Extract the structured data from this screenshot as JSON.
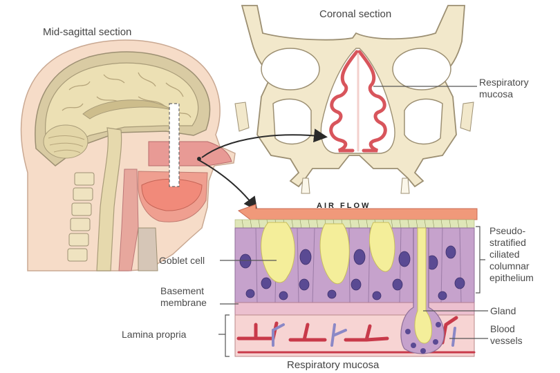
{
  "titles": {
    "mid_sagittal": "Mid-sagittal section",
    "coronal": "Coronal section",
    "bottom": "Respiratory mucosa"
  },
  "labels": {
    "respiratory_mucosa": [
      "Respiratory",
      "mucosa"
    ],
    "goblet_cell": "Goblet cell",
    "basement_membrane": [
      "Basement",
      "membrane"
    ],
    "lamina_propria": "Lamina propria",
    "epithelium": [
      "Pseudo-",
      "stratified",
      "ciliated",
      "columnar",
      "epithelium"
    ],
    "gland": "Gland",
    "blood_vessels": [
      "Blood",
      "vessels"
    ]
  },
  "air_flow": "AIR FLOW",
  "colors": {
    "bone": "#f1e6c6",
    "bone_outline": "#9c8f72",
    "brain": "#e9dcb0",
    "mucosa": "#d8555c",
    "soft_tissue": "#f0b5a8",
    "epithelium": "#c6a2cc",
    "nucleus": "#5a4a93",
    "goblet": "#f4ee9a",
    "lamina": "#f7d4d3",
    "artery": "#c83a4a",
    "vein": "#8b88c6"
  }
}
